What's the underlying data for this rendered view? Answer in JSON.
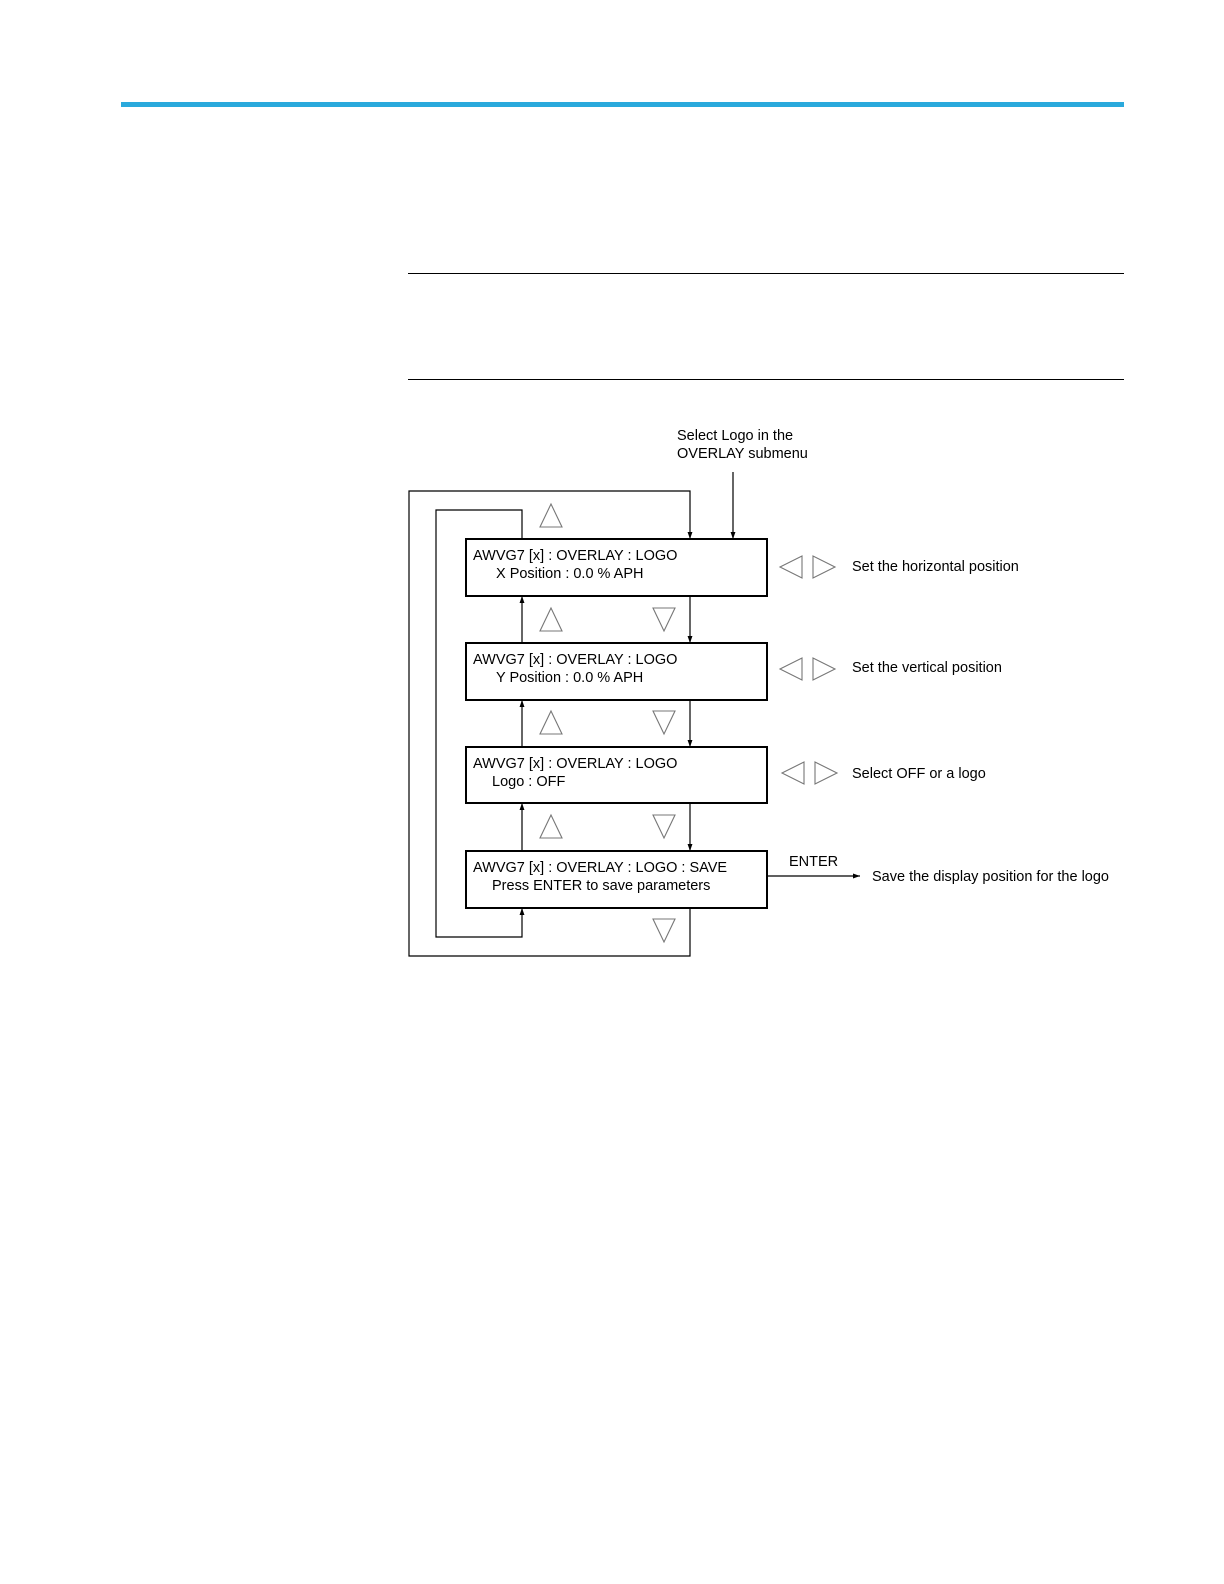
{
  "colors": {
    "header_rule": "#2aa9dc",
    "line": "#000000",
    "glyph_stroke": "#777777"
  },
  "diagram": {
    "entry_note": [
      "Select Logo in the",
      "OVERLAY submenu"
    ],
    "screens": [
      {
        "line1": "AWVG7 [x] : OVERLAY : LOGO",
        "line2": "X Position : 0.0 % APH",
        "side_note": "Set the horizontal position"
      },
      {
        "line1": "AWVG7 [x] : OVERLAY : LOGO",
        "line2": "Y Position : 0.0 % APH",
        "side_note": "Set the vertical position"
      },
      {
        "line1": "AWVG7 [x] : OVERLAY : LOGO",
        "line2": "Logo : OFF",
        "side_note": "Select OFF or a logo"
      },
      {
        "line1": "AWVG7 [x] : OVERLAY : LOGO : SAVE",
        "line2": "Press ENTER to save parameters"
      }
    ],
    "enter_label": "ENTER",
    "enter_result": "Save the display position for the logo",
    "icons": {
      "up": "up-arrow-button-icon",
      "down": "down-arrow-button-icon",
      "left": "left-arrow-button-icon",
      "right": "right-arrow-button-icon"
    }
  }
}
